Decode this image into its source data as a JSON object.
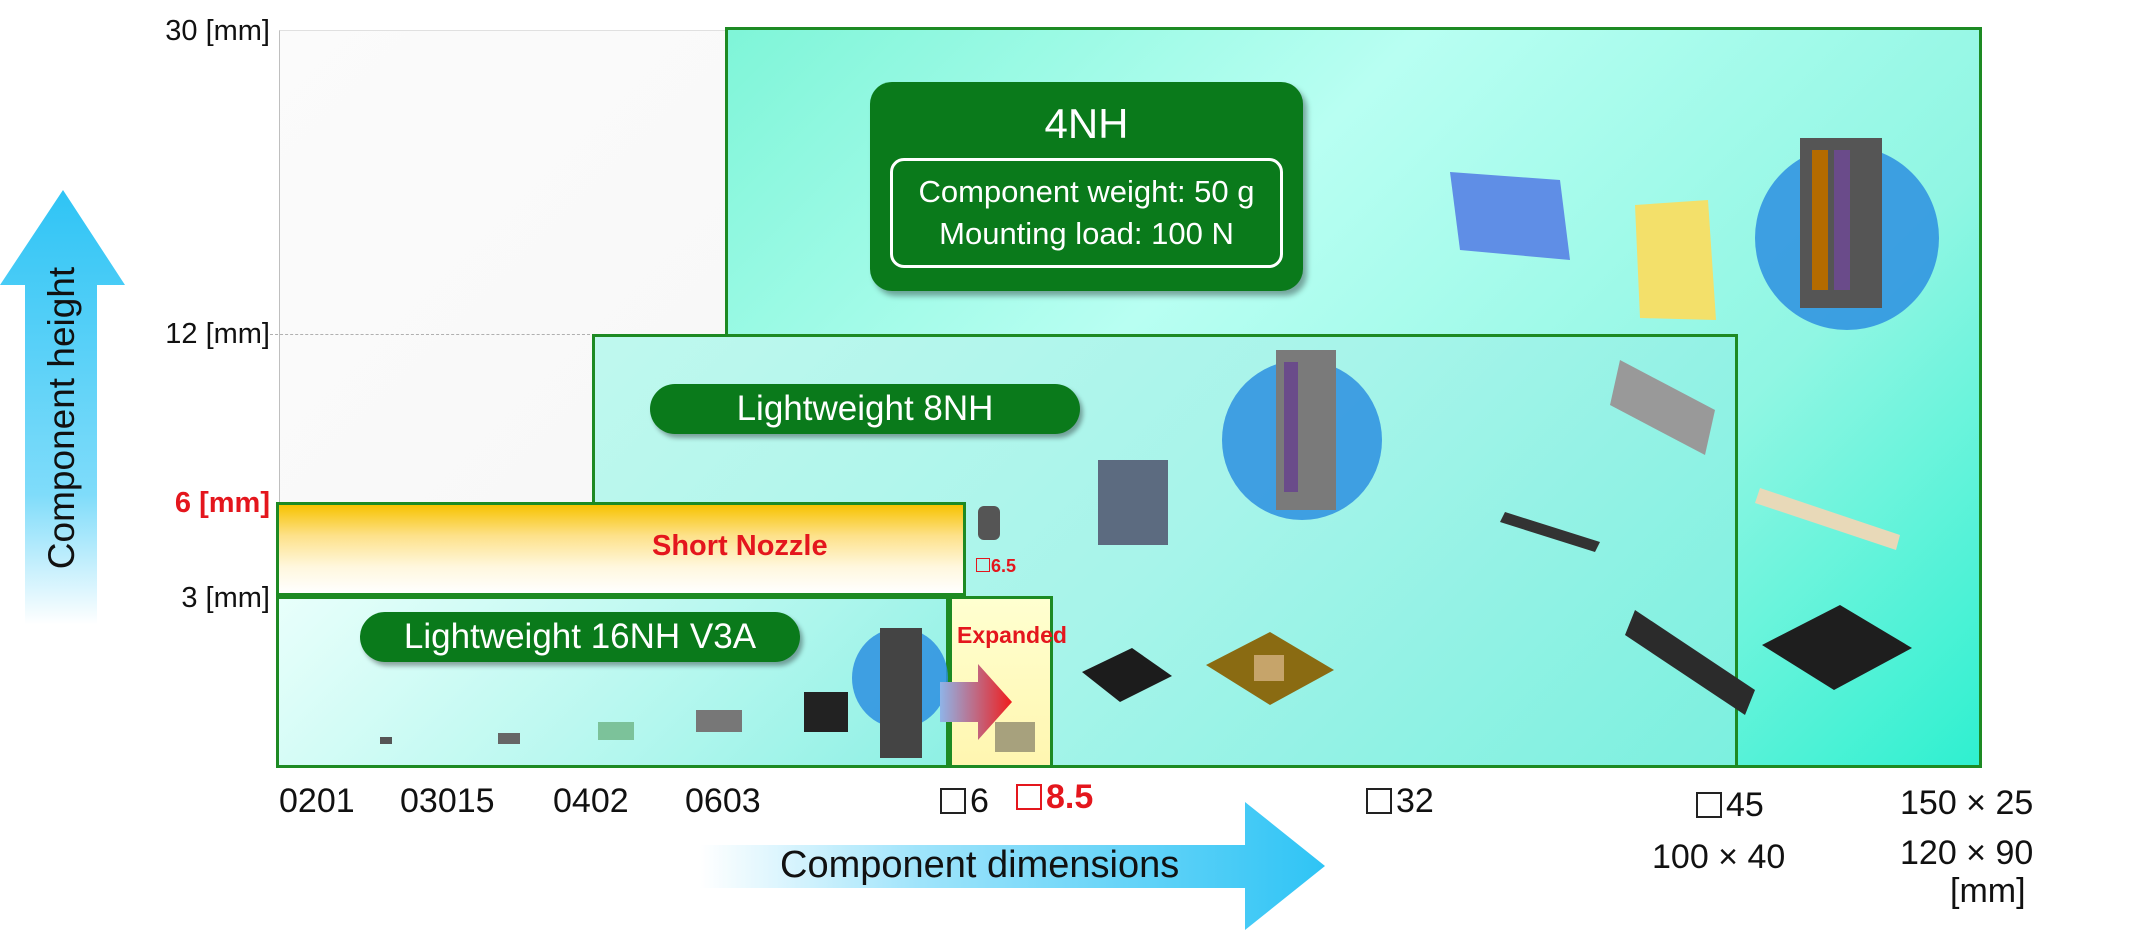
{
  "y_axis": {
    "label": "Component height",
    "ticks": [
      "30 [mm]",
      "12 [mm]",
      "6 [mm]",
      "3 [mm]"
    ]
  },
  "x_axis": {
    "label": "Component dimensions",
    "ticks": [
      "0201",
      "03015",
      "0402",
      "0603",
      "6",
      "8.5",
      "32",
      "45",
      "100 × 40",
      "150 × 25",
      "120 × 90",
      "[mm]"
    ]
  },
  "zones": {
    "nh4": {
      "title": "4NH",
      "line1": "Component weight: 50 g",
      "line2": "Mounting load: 100 N"
    },
    "nh8": {
      "title": "Lightweight 8NH"
    },
    "nh16": {
      "title": "Lightweight 16NH V3A"
    },
    "short": {
      "title": "Short Nozzle"
    },
    "expanded": {
      "title": "Expanded"
    },
    "small_label": "6.5"
  },
  "colors": {
    "zone_border": "#1d8a23",
    "pill_green": "#0a7a1b",
    "highlight_red": "#e4161d",
    "arrow_cyan": "#2fc4f5"
  }
}
